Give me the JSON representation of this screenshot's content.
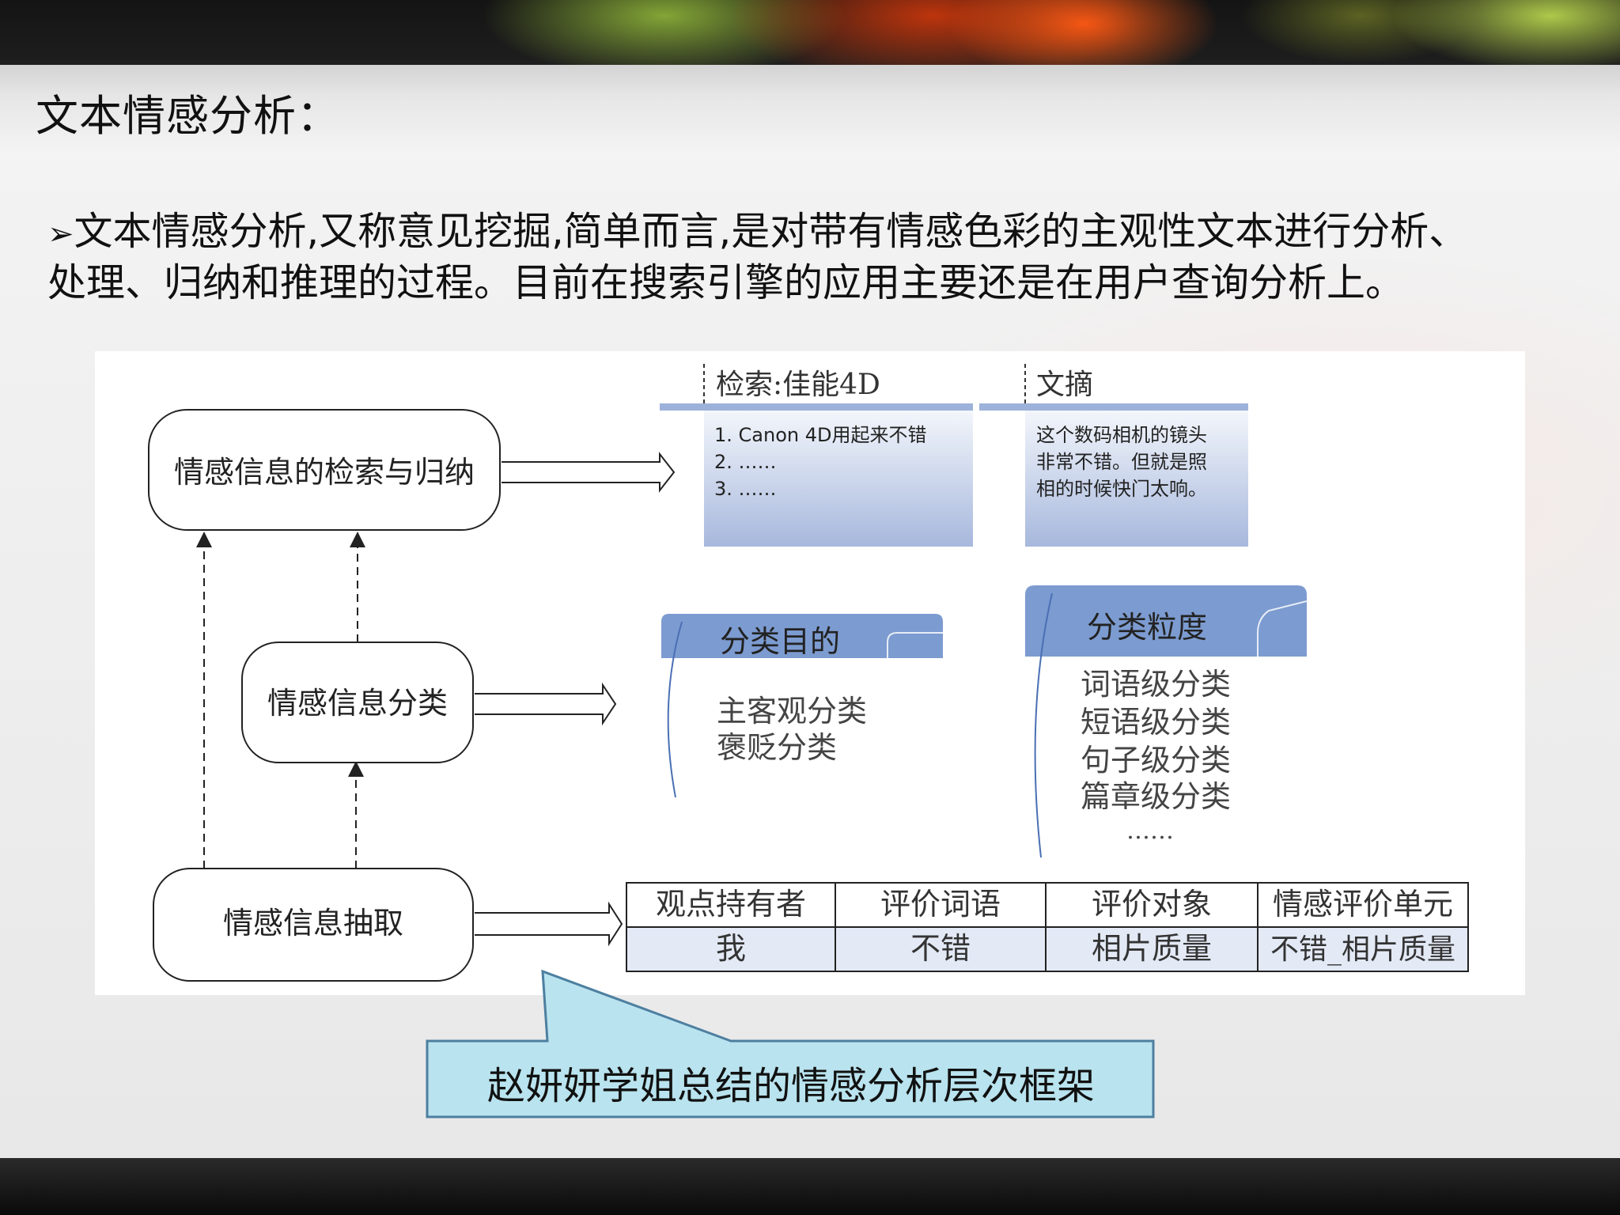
{
  "slide": {
    "title": "文本情感分析：",
    "bullet_glyph": "➢",
    "intro_line1": "文本情感分析,又称意见挖掘,简单而言,是对带有情感色彩的主观性文本进行分析、",
    "intro_line2": "处理、归纳和推理的过程。目前在搜索引擎的应用主要还是在用户查询分析上。"
  },
  "diagram": {
    "node_top": "情感信息的检索与归纳",
    "node_mid": "情感信息分类",
    "node_bottom": "情感信息抽取",
    "retrieval_tab": "检索:佳能4D",
    "retrieval_items": [
      "1. Canon 4D用起来不错",
      "2. ……",
      "3. ……"
    ],
    "abstract_tab": "文摘",
    "abstract_lines": [
      "这个数码相机的镜头",
      "非常不错。但就是照",
      "相的时候快门太响。"
    ],
    "purpose_tab": "分类目的",
    "purpose_items": [
      "主客观分类",
      "褒贬分类"
    ],
    "granularity_tab": "分类粒度",
    "granularity_items": [
      "词语级分类",
      "短语级分类",
      "句子级分类",
      "篇章级分类",
      "……"
    ],
    "table_headers": [
      "观点持有者",
      "评价词语",
      "评价对象",
      "情感评价单元"
    ],
    "table_row": [
      "我",
      "不错",
      "相片质量",
      "不错_相片质量"
    ]
  },
  "callout": {
    "text": "赵妍妍学姐总结的情感分析层次框架"
  },
  "colors": {
    "tab_blue": "#7c9bd0",
    "box_gradient_top": "#f3f6fb",
    "box_gradient_bottom": "#a7b8dd",
    "table_row_bg": "#e3e9f5",
    "callout_fill": "#b9e3ee",
    "callout_stroke": "#4d7fa0"
  }
}
